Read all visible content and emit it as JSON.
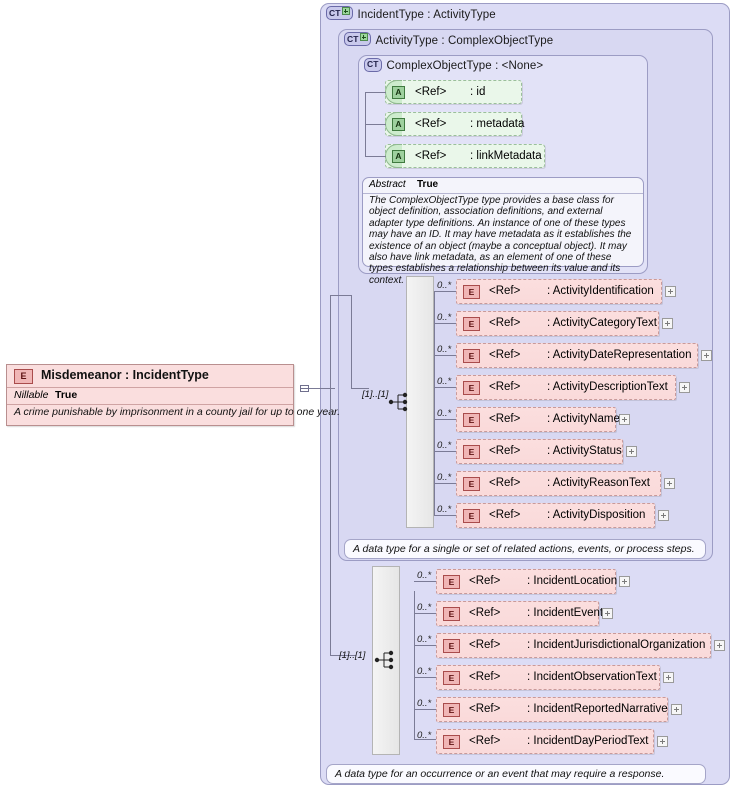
{
  "diagram": {
    "kind": "xsd-schema-element-diagram"
  },
  "root_element": {
    "badge": "E",
    "title": "Misdemeanor : IncidentType",
    "property_key": "Nillable",
    "property_value": "True",
    "documentation": "A crime punishable by imprisonment in a county jail for up to one year."
  },
  "types": [
    {
      "badge": "CT",
      "has_plus": true,
      "title": "IncidentType : ActivityType"
    },
    {
      "badge": "CT",
      "has_plus": true,
      "title": "ActivityType : ComplexObjectType"
    },
    {
      "badge": "CT",
      "has_plus": false,
      "title": "ComplexObjectType : <None>"
    }
  ],
  "attributes": [
    {
      "badge": "A",
      "ref": "<Ref>",
      "name": ": id"
    },
    {
      "badge": "A",
      "ref": "<Ref>",
      "name": ": metadata"
    },
    {
      "badge": "A",
      "ref": "<Ref>",
      "name": ": linkMetadata"
    }
  ],
  "complex_object_docs": {
    "abstract_key": "Abstract",
    "abstract_value": "True",
    "text": "The ComplexObjectType type provides a base class for object definition, association definitions, and external adapter type definitions. An instance of one of these types may have an ID. It may have metadata as it establishes the existence of an object (maybe a conceptual object). It may also have link metadata, as an element of one of these types establishes a relationship between its value and its context."
  },
  "activity_sequence": {
    "multiplicity": "[1]..[1]",
    "icon": "sequence-icon",
    "documentation": "A data type for a single or set of related actions, events, or process steps.",
    "elements": [
      {
        "badge": "E",
        "ref": "<Ref>",
        "name": ": ActivityIdentification",
        "multiplicity": "0..*",
        "expandable": true
      },
      {
        "badge": "E",
        "ref": "<Ref>",
        "name": ": ActivityCategoryText",
        "multiplicity": "0..*",
        "expandable": true
      },
      {
        "badge": "E",
        "ref": "<Ref>",
        "name": ": ActivityDateRepresentation",
        "multiplicity": "0..*",
        "expandable": true
      },
      {
        "badge": "E",
        "ref": "<Ref>",
        "name": ": ActivityDescriptionText",
        "multiplicity": "0..*",
        "expandable": true
      },
      {
        "badge": "E",
        "ref": "<Ref>",
        "name": ": ActivityName",
        "multiplicity": "0..*",
        "expandable": true
      },
      {
        "badge": "E",
        "ref": "<Ref>",
        "name": ": ActivityStatus",
        "multiplicity": "0..*",
        "expandable": true
      },
      {
        "badge": "E",
        "ref": "<Ref>",
        "name": ": ActivityReasonText",
        "multiplicity": "0..*",
        "expandable": true
      },
      {
        "badge": "E",
        "ref": "<Ref>",
        "name": ": ActivityDisposition",
        "multiplicity": "0..*",
        "expandable": true
      }
    ]
  },
  "incident_sequence": {
    "multiplicity": "[1]..[1]",
    "icon": "sequence-icon",
    "documentation": "A data type for an occurrence or an event that may require a response.",
    "elements": [
      {
        "badge": "E",
        "ref": "<Ref>",
        "name": ": IncidentLocation",
        "multiplicity": "0..*",
        "expandable": true
      },
      {
        "badge": "E",
        "ref": "<Ref>",
        "name": ": IncidentEvent",
        "multiplicity": "0..*",
        "expandable": true
      },
      {
        "badge": "E",
        "ref": "<Ref>",
        "name": ": IncidentJurisdictionalOrganization",
        "multiplicity": "0..*",
        "expandable": true
      },
      {
        "badge": "E",
        "ref": "<Ref>",
        "name": ": IncidentObservationText",
        "multiplicity": "0..*",
        "expandable": true
      },
      {
        "badge": "E",
        "ref": "<Ref>",
        "name": ": IncidentReportedNarrative",
        "multiplicity": "0..*",
        "expandable": true
      },
      {
        "badge": "E",
        "ref": "<Ref>",
        "name": ": IncidentDayPeriodText",
        "multiplicity": "0..*",
        "expandable": true
      }
    ]
  },
  "colors": {
    "panel": "#dcdcf5",
    "element_pink": "#fadada",
    "attribute_green": "#eaf7ea",
    "line": "#7b7b96"
  }
}
